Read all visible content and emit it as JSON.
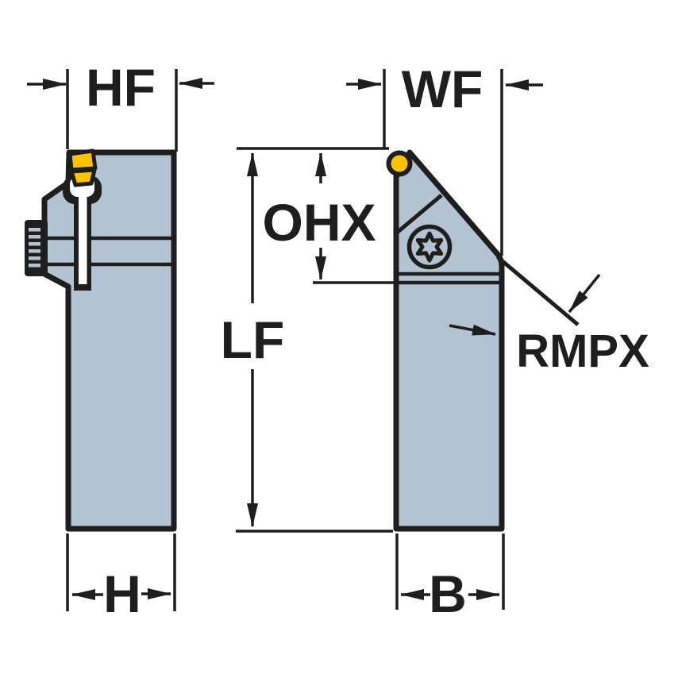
{
  "diagram": {
    "labels": {
      "hf": "HF",
      "wf": "WF",
      "ohx": "OHX",
      "lf": "LF",
      "rmpx": "RMPX",
      "h": "H",
      "b": "B"
    },
    "colors": {
      "body_fill": "#b4c3d2",
      "insert_yellow": "#fdc300",
      "outline": "#1e1e1e",
      "background": "#ffffff"
    }
  }
}
